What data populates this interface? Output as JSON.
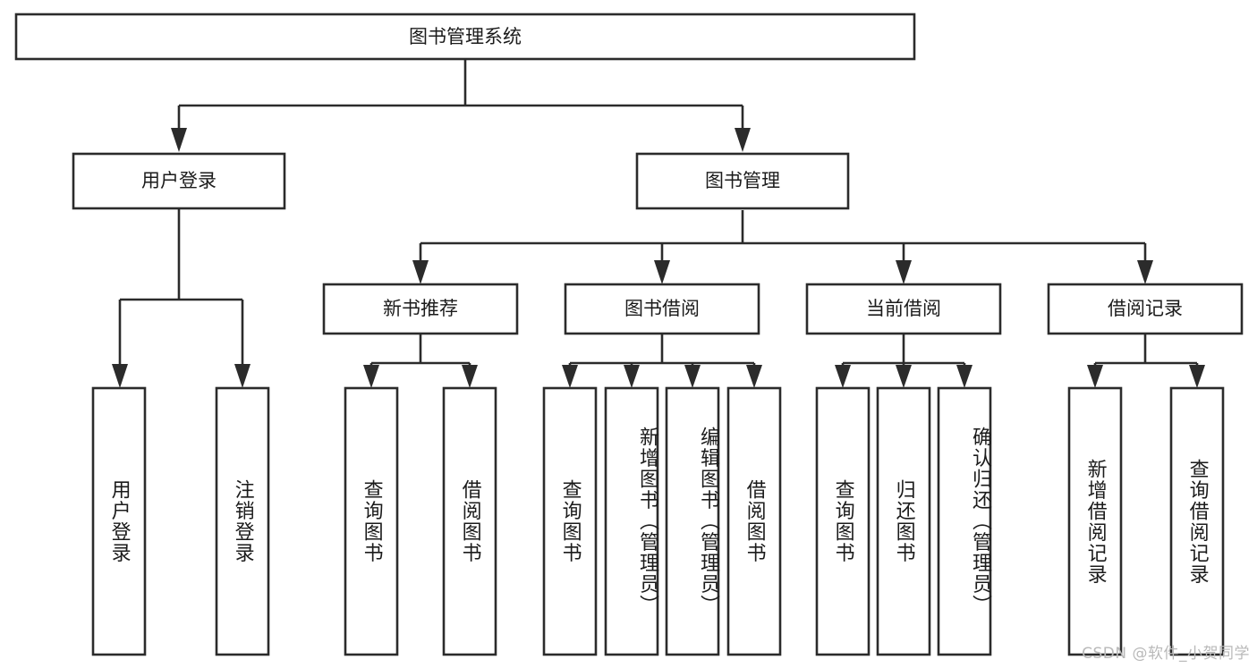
{
  "diagram": {
    "title": "图书管理系统",
    "type": "tree-hierarchy-chart",
    "root": {
      "id": "root",
      "label": "图书管理系统"
    },
    "level2": [
      {
        "id": "user-login",
        "label": "用户登录"
      },
      {
        "id": "book-manage",
        "label": "图书管理"
      }
    ],
    "level3": [
      {
        "id": "new-book-recommend",
        "label": "新书推荐",
        "parent": "book-manage"
      },
      {
        "id": "book-borrow",
        "label": "图书借阅",
        "parent": "book-manage"
      },
      {
        "id": "current-borrow",
        "label": "当前借阅",
        "parent": "book-manage"
      },
      {
        "id": "borrow-record",
        "label": "借阅记录",
        "parent": "book-manage"
      }
    ],
    "leaves": [
      {
        "id": "leaf-user-login",
        "label": "用户登录",
        "parent": "user-login"
      },
      {
        "id": "leaf-logout-login",
        "label": "注销登录",
        "parent": "user-login"
      },
      {
        "id": "leaf-query-book-1",
        "label": "查询图书",
        "parent": "new-book-recommend"
      },
      {
        "id": "leaf-borrow-book-1",
        "label": "借阅图书",
        "parent": "new-book-recommend"
      },
      {
        "id": "leaf-query-book-2",
        "label": "查询图书",
        "parent": "book-borrow"
      },
      {
        "id": "leaf-add-book",
        "label": "新增图书（管理员）",
        "parent": "book-borrow"
      },
      {
        "id": "leaf-edit-book",
        "label": "编辑图书（管理员）",
        "parent": "book-borrow"
      },
      {
        "id": "leaf-borrow-book-2",
        "label": "借阅图书",
        "parent": "book-borrow"
      },
      {
        "id": "leaf-query-book-3",
        "label": "查询图书",
        "parent": "current-borrow"
      },
      {
        "id": "leaf-return-book",
        "label": "归还图书",
        "parent": "current-borrow"
      },
      {
        "id": "leaf-confirm-return",
        "label": "确认归还（管理员）",
        "parent": "current-borrow"
      },
      {
        "id": "leaf-add-record",
        "label": "新增借阅记录",
        "parent": "borrow-record"
      },
      {
        "id": "leaf-query-record",
        "label": "查询借阅记录",
        "parent": "borrow-record"
      }
    ],
    "colors": {
      "stroke": "#2b2b2b",
      "fill": "#ffffff",
      "text": "#1b1b1b",
      "watermark": "#b9b9b9"
    }
  },
  "watermark": {
    "text": "CSDN @软件_小贺同学"
  }
}
